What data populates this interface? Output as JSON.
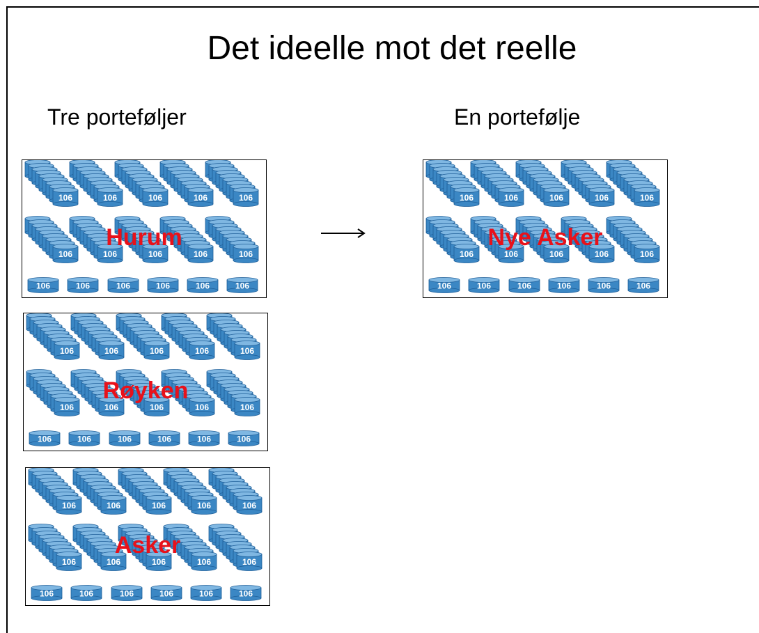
{
  "slide": {
    "title": "Det ideelle mot det reelle",
    "left_heading": "Tre porteføljer",
    "right_heading": "En portefølje"
  },
  "disk_label": "106",
  "colors": {
    "disk": "#3b87c4",
    "disk_dark": "#1f5f99",
    "label": "#e8111a"
  },
  "panels": [
    {
      "id": "hurum",
      "label": "Hurum"
    },
    {
      "id": "royken",
      "label": "Røyken"
    },
    {
      "id": "asker",
      "label": "Asker"
    },
    {
      "id": "nye-asker",
      "label": "Nye Asker"
    }
  ]
}
